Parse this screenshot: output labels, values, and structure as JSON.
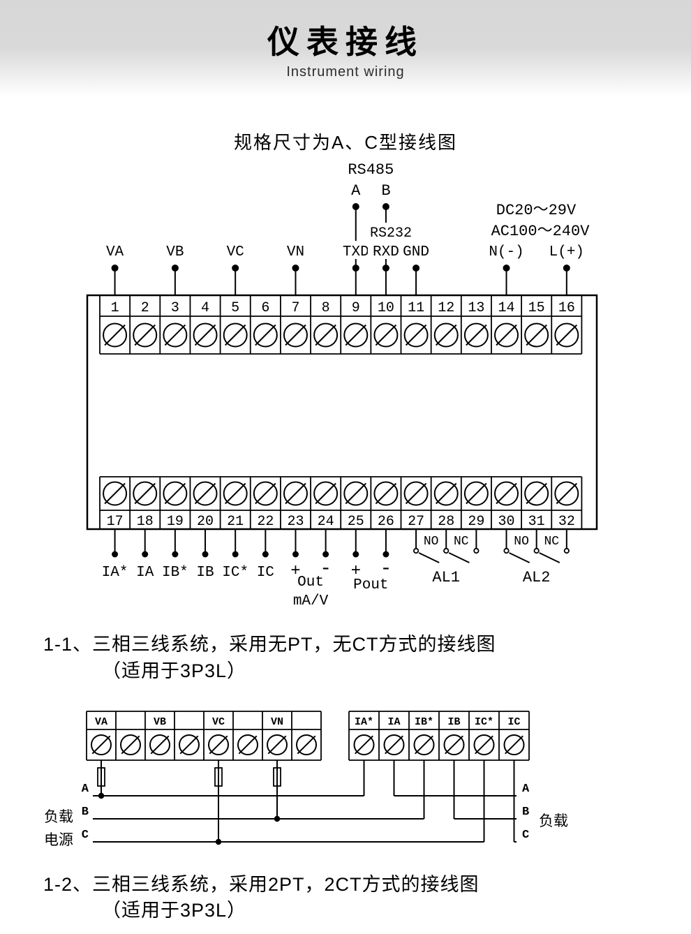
{
  "header": {
    "title": "仪表接线",
    "subtitle": "Instrument wiring"
  },
  "diagram1": {
    "caption": "规格尺寸为A、C型接线图",
    "rs485_label": "RS485",
    "rs485_a": "A",
    "rs485_b": "B",
    "rs232_label": "RS232",
    "dc_label": "DC20～29V",
    "ac_label": "AC100～240V",
    "top_labels": [
      "VA",
      "VB",
      "VC",
      "VN",
      "TXD",
      "RXD",
      "GND",
      "N(-)",
      "L(+)"
    ],
    "top_numbers": [
      "1",
      "2",
      "3",
      "4",
      "5",
      "6",
      "7",
      "8",
      "9",
      "10",
      "11",
      "12",
      "13",
      "14",
      "15",
      "16"
    ],
    "bottom_numbers": [
      "17",
      "18",
      "19",
      "20",
      "21",
      "22",
      "23",
      "24",
      "25",
      "26",
      "27",
      "28",
      "29",
      "30",
      "31",
      "32"
    ],
    "current_labels": [
      "IA*",
      "IA",
      "IB*",
      "IB",
      "IC*",
      "IC"
    ],
    "aout_plus": "+",
    "aout_minus": "-",
    "aout_label": "Out",
    "aout_unit": "mA/V",
    "pout_plus": "+",
    "pout_minus": "-",
    "pout_label": "Pout",
    "relay1": {
      "no": "NO",
      "nc": "NC",
      "name": "AL1"
    },
    "relay2": {
      "no": "NO",
      "nc": "NC",
      "name": "AL2"
    }
  },
  "section_1_1": {
    "title": "1-1、三相三线系统，采用无PT，无CT方式的接线图",
    "subtitle": "（适用于3P3L）"
  },
  "diagram2": {
    "voltage_cells": [
      "VA",
      "",
      "VB",
      "",
      "VC",
      "",
      "VN",
      ""
    ],
    "current_cells": [
      "IA*",
      "IA",
      "IB*",
      "IB",
      "IC*",
      "IC"
    ],
    "left_phase_labels": [
      "A",
      "B",
      "C"
    ],
    "right_phase_labels": [
      "A",
      "B",
      "C"
    ],
    "left_label_line1": "负载",
    "left_label_line2": "电源",
    "right_label": "负载"
  },
  "section_1_2": {
    "title": "1-2、三相三线系统，采用2PT，2CT方式的接线图",
    "subtitle": "（适用于3P3L）"
  }
}
